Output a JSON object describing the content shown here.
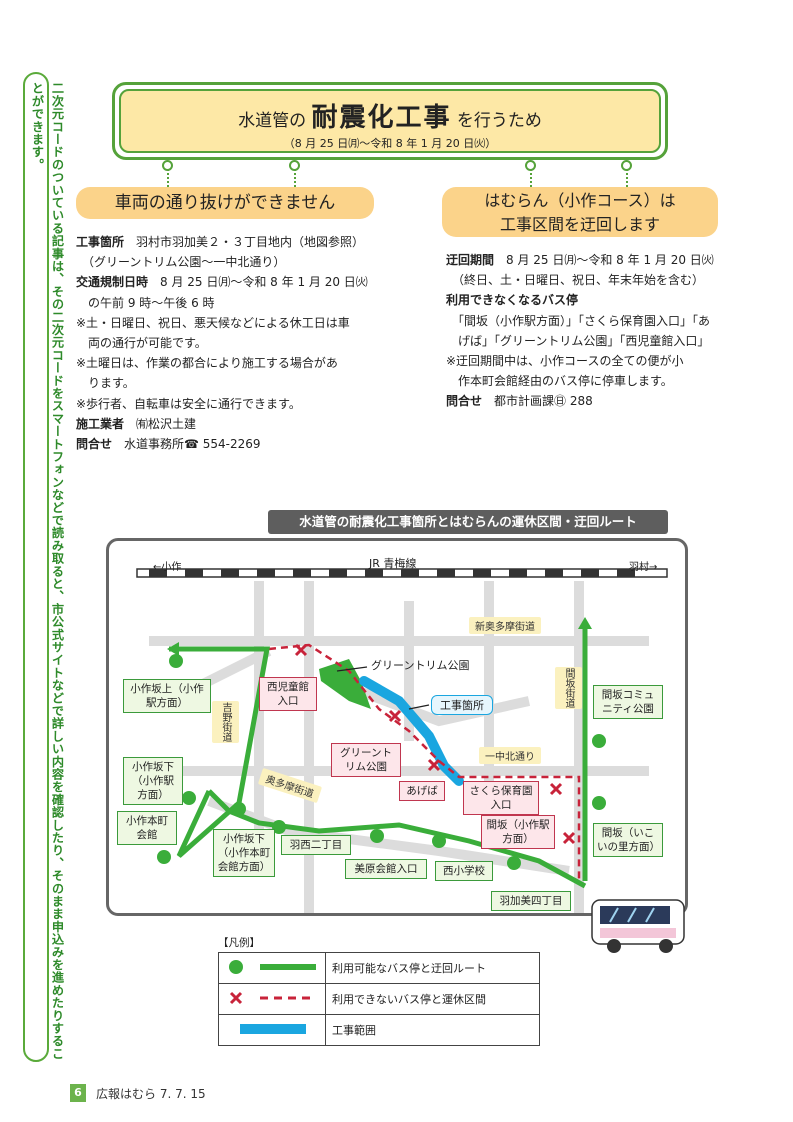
{
  "side_note": "二次元コードのついている記事は、その二次元コードをスマートフォンなどで読み取ると、市公式サイトなどで詳しい内容を確認したり、そのまま申込みを進めたりすることができます。",
  "header": {
    "prefix": "水道管の",
    "main": "耐震化工事",
    "suffix": "を行うため",
    "dates": "（8 月 25 日㈪〜令和 8 年 1 月 20 日㈫）"
  },
  "left": {
    "heading": "車両の通り抜けができません",
    "lines": [
      {
        "label": "工事箇所",
        "text": "　羽村市羽加美２・３丁目地内（地図参照）"
      },
      {
        "label": "",
        "text": "　（グリーントリム公園〜一中北通り）"
      },
      {
        "label": "交通規制日時",
        "text": "　8 月 25 日㈪〜令和 8 年 1 月 20 日㈫"
      },
      {
        "label": "",
        "text": "　の午前 9 時〜午後 6 時"
      },
      {
        "label": "",
        "text": "※土・日曜日、祝日、悪天候などによる休工日は車"
      },
      {
        "label": "",
        "text": "　両の通行が可能です。"
      },
      {
        "label": "",
        "text": "※土曜日は、作業の都合により施工する場合があ"
      },
      {
        "label": "",
        "text": "　ります。"
      },
      {
        "label": "",
        "text": "※歩行者、自転車は安全に通行できます。"
      },
      {
        "label": "施工業者",
        "text": "　㈲松沢土建"
      },
      {
        "label": "問合せ",
        "text": "　水道事務所☎ 554-2269"
      }
    ]
  },
  "right": {
    "heading_l1": "はむらん（小作コース）は",
    "heading_l2": "工事区間を迂回します",
    "lines": [
      {
        "label": "迂回期間",
        "text": "　8 月 25 日㈪〜令和 8 年 1 月 20 日㈫"
      },
      {
        "label": "",
        "text": "　（終日、土・日曜日、祝日、年末年始を含む）"
      },
      {
        "label": "利用できなくなるバス停",
        "text": ""
      },
      {
        "label": "",
        "text": "　「間坂（小作駅方面）」「さくら保育園入口」「あ"
      },
      {
        "label": "",
        "text": "　げば」「グリーントリム公園」「西児童館入口」"
      },
      {
        "label": "",
        "text": "※迂回期間中は、小作コースの全ての便が小"
      },
      {
        "label": "",
        "text": "　作本町会館経由のバス停に停車します。"
      },
      {
        "label": "問合せ",
        "text": "　都市計画課㊐ 288"
      }
    ]
  },
  "map": {
    "title": "水道管の耐震化工事箇所とはむらんの運休区間・迂回ルート",
    "rail_name": "JR 青梅線",
    "rail_left": "←小作",
    "rail_right": "羽村→",
    "roads": {
      "shin_okutama": "新奥多摩街道",
      "magusaka": "間坂街道",
      "yoshino": "吉野街道",
      "okutama": "奥多摩街道",
      "icchu": "一中北通り"
    },
    "park": "グリーントリム公園",
    "construction": "工事箇所",
    "available_stops": {
      "ozakusakaue": "小作坂上（小作駅方面）",
      "ozakusakashita1": "小作坂下（小作駅方面）",
      "honcho": "小作本町会館",
      "ozakusakashita2": "小作坂下（小作本町会館方面）",
      "hanishi": "羽西二丁目",
      "mihara": "美原会館入口",
      "nishi_school": "西小学校",
      "hakami4": "羽加美四丁目",
      "magusaka_comm": "間坂コミュニティ公園",
      "magusaka_ikoi": "間坂（いこいの里方面）"
    },
    "unavailable_stops": {
      "nishi_jidokan": "西児童館入口",
      "greentrim": "グリーントリム公園",
      "ageba": "あげば",
      "sakura": "さくら保育園入口",
      "magusaka_ozaku": "間坂（小作駅方面）"
    }
  },
  "legend": {
    "title": "【凡例】",
    "row1": "利用可能なバス停と迂回ルート",
    "row2": "利用できないバス停と運休区間",
    "row3": "工事範囲"
  },
  "footer": {
    "page": "6",
    "text": "広報はむら 7. 7. 15"
  },
  "colors": {
    "green": "#3aad3a",
    "red": "#c8233a",
    "blue": "#1aa6e0",
    "header_bg": "#fde8a6",
    "pill_bg": "#fbd38a"
  }
}
